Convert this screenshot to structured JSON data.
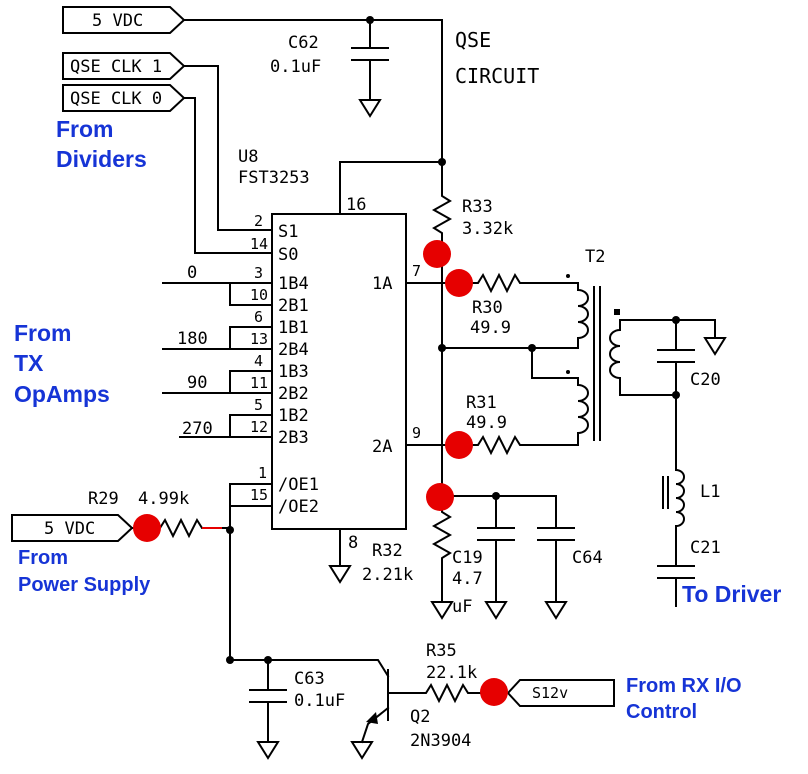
{
  "nets": {
    "vdc_top": "5 VDC",
    "clk1": "QSE CLK 1",
    "clk0": "QSE CLK 0",
    "vdc_left": "5 VDC",
    "s12v": "S12v"
  },
  "title": {
    "line1": "QSE",
    "line2": "CIRCUIT"
  },
  "ic": {
    "ref": "U8",
    "part": "FST3253",
    "pin_numbers": {
      "p16": "16",
      "p2": "2",
      "p14": "14",
      "p3": "3",
      "p10": "10",
      "p6": "6",
      "p13": "13",
      "p4": "4",
      "p11": "11",
      "p5": "5",
      "p12": "12",
      "p1": "1",
      "p15": "15",
      "p7": "7",
      "p9": "9",
      "p8": "8"
    },
    "pin_names": {
      "s1": "S1",
      "s0": "S0",
      "b1b4": "1B4",
      "b2b1": "2B1",
      "b1b1": "1B1",
      "b2b4": "2B4",
      "b1b3": "1B3",
      "b2b2": "2B2",
      "b1b2": "1B2",
      "b2b3": "2B3",
      "oe1": "/OE1",
      "oe2": "/OE2",
      "a1": "1A",
      "a2": "2A"
    }
  },
  "inputs": {
    "in0": "0",
    "in180": "180",
    "in90": "90",
    "in270": "270"
  },
  "components": {
    "c62": {
      "ref": "C62",
      "value": "0.1uF"
    },
    "r33": {
      "ref": "R33",
      "value": "3.32k"
    },
    "r30": {
      "ref": "R30",
      "value": "49.9"
    },
    "r31": {
      "ref": "R31",
      "value": "49.9"
    },
    "r32": {
      "ref": "R32",
      "value": "2.21k"
    },
    "c19": {
      "ref": "C19",
      "value_a": "4.7",
      "value_b": "uF"
    },
    "c64": {
      "ref": "C64"
    },
    "t2": {
      "ref": "T2"
    },
    "c20": {
      "ref": "C20"
    },
    "l1": {
      "ref": "L1"
    },
    "c21": {
      "ref": "C21"
    },
    "r29": {
      "ref": "R29",
      "value": "4.99k"
    },
    "c63": {
      "ref": "C63",
      "value": "0.1uF"
    },
    "r35": {
      "ref": "R35",
      "value": "22.1k"
    },
    "q2": {
      "ref": "Q2",
      "value": "2N3904"
    }
  },
  "annotations": {
    "from_dividers": [
      "From",
      "Dividers"
    ],
    "from_tx": [
      "From",
      "TX",
      "OpAmps"
    ],
    "from_ps": [
      "From",
      "Power Supply"
    ],
    "from_rx": [
      "From RX I/O",
      "Control"
    ],
    "to_driver": "To Driver"
  },
  "colors": {
    "annotation": "#1634d6",
    "marker": "#e60000",
    "wire": "#000000"
  }
}
